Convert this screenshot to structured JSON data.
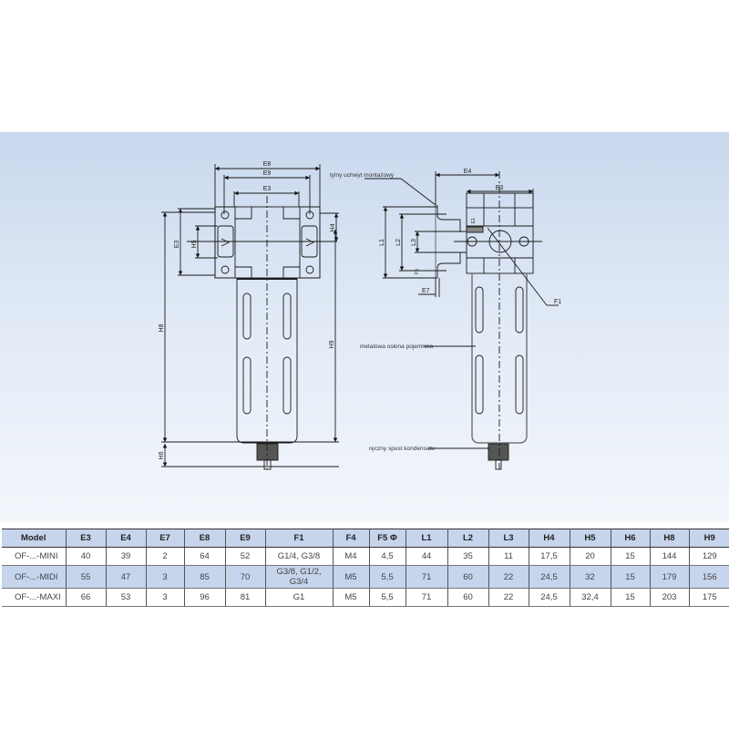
{
  "drawing": {
    "front_labels": {
      "e8": "E8",
      "e9": "E9",
      "e3": "E3",
      "e3v": "E3",
      "h5": "H5",
      "h4": "H4",
      "h8": "H8",
      "h9": "H9",
      "h6": "H6"
    },
    "side_labels": {
      "e4": "E4",
      "e3": "E3",
      "l1": "L1",
      "l2": "L2",
      "l3": "L3",
      "e1": "E1",
      "f5": "F5",
      "e7": "E7",
      "f1": "F1"
    },
    "annotations": {
      "bracket": "tylny uchwyt montażowy",
      "bowl_guard": "metalowa osłona pojemnika",
      "drain": "ręczny spust kondensatu"
    }
  },
  "table": {
    "headers": [
      "Model",
      "E3",
      "E4",
      "E7",
      "E8",
      "E9",
      "F1",
      "F4",
      "F5 Φ",
      "L1",
      "L2",
      "L3",
      "H4",
      "H5",
      "H6",
      "H8",
      "H9"
    ],
    "rows": [
      [
        "OF-...-MINI",
        "40",
        "39",
        "2",
        "64",
        "52",
        "G1/4, G3/8",
        "M4",
        "4,5",
        "44",
        "35",
        "11",
        "17,5",
        "20",
        "15",
        "144",
        "129"
      ],
      [
        "OF-...-MIDI",
        "55",
        "47",
        "3",
        "85",
        "70",
        "G3/8, G1/2, G3/4",
        "M5",
        "5,5",
        "71",
        "60",
        "22",
        "24,5",
        "32",
        "15",
        "179",
        "156"
      ],
      [
        "OF-...-MAXI",
        "66",
        "53",
        "3",
        "96",
        "81",
        "G1",
        "M5",
        "5,5",
        "71",
        "60",
        "22",
        "24,5",
        "32,4",
        "15",
        "203",
        "175"
      ]
    ]
  },
  "colors": {
    "band": "#d6e2f2",
    "header": "#c6d4ec",
    "line": "#1a1a1a"
  }
}
